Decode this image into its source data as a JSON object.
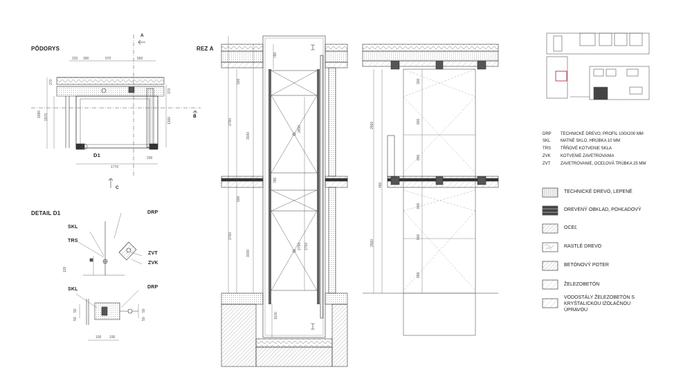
{
  "labels": {
    "plan": "PÔDORYS",
    "section": "REZ A",
    "detail": "DETAIL D1",
    "d1": "D1",
    "a": "A",
    "b": "B",
    "c": "C",
    "skl1": "SKL",
    "trs": "TRS",
    "drp1": "DRP",
    "zvt": "ZVT",
    "zvk": "ZVK",
    "skl2": "SKL",
    "drp2": "DRP"
  },
  "dims": {
    "plan_top": [
      "220",
      "300",
      "970",
      "550"
    ],
    "plan_left": [
      "1990",
      "1570",
      "270"
    ],
    "plan_right": [
      "370",
      "1300",
      "200"
    ],
    "plan_bottom": "1770",
    "section_a": [
      "780",
      "500",
      "2760",
      "2650",
      "3030",
      "2750",
      "780",
      "500",
      "2760",
      "3030",
      "2750",
      "1100"
    ],
    "section_b": [
      "2560",
      "300",
      "800",
      "800",
      "490",
      "2560",
      "800",
      "800",
      "800"
    ],
    "detail": [
      "120",
      "50",
      "50",
      "100",
      "100",
      "50",
      "50"
    ]
  },
  "abbreviations": [
    {
      "code": "DRP",
      "desc": "TECHNICKÉ DREVO, PROFIL 100X200 MM"
    },
    {
      "code": "SKL",
      "desc": "MATNÉ SKLO, HRÚBKA 10 MM"
    },
    {
      "code": "TRS",
      "desc": "TŔŇOVÉ KOTVENIE SKLA"
    },
    {
      "code": "ZVK",
      "desc": "KOTVENIE ZAVETROVANIA"
    },
    {
      "code": "ZVT",
      "desc": "ZAVETROVANIE, OCEĽOVÁ TRÚBKA 25 MM"
    }
  ],
  "legend": [
    {
      "label": "TECHNICKÉ DREVO, LEPENÉ",
      "pattern": "vlines"
    },
    {
      "label": "DREVENÝ OBKLAD, POHĽADOVÝ",
      "pattern": "dark"
    },
    {
      "label": "OCEĽ",
      "pattern": "hatch"
    },
    {
      "label": "RASTLÉ DREVO",
      "pattern": "swirl"
    },
    {
      "label": "BETÓNOVÝ POTER",
      "pattern": "hatch"
    },
    {
      "label": "ŽELEZOBETÓN",
      "pattern": "hatch2"
    },
    {
      "label": "VODOSTÁLY ŽELEZOBETÓN S KRYŠTALICKOU IZOLAČNOU ÚPRAVOU",
      "pattern": "hatch2"
    }
  ]
}
